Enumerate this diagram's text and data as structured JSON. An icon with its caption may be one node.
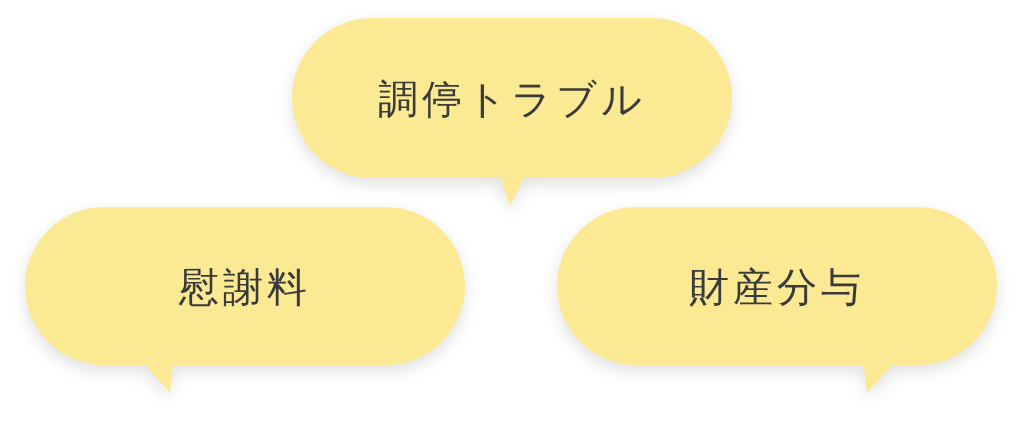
{
  "diagram": {
    "nodes": [
      {
        "text": [
          "調停トラブル"
        ]
      },
      {
        "text": [
          "慰謝料"
        ]
      },
      {
        "text": [
          "財産分与"
        ]
      }
    ]
  }
}
